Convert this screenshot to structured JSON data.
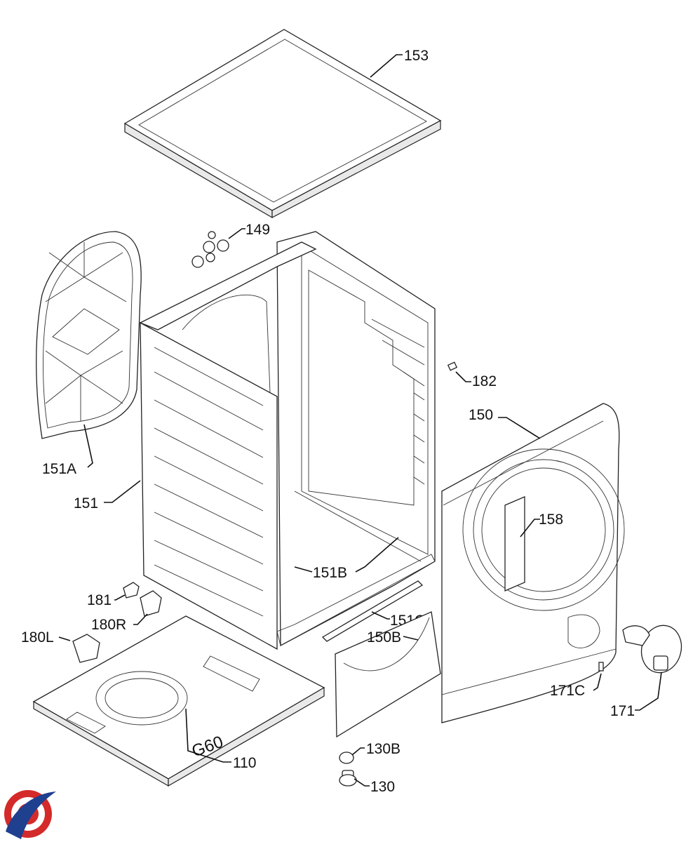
{
  "diagram": {
    "callouts": {
      "c153": "153",
      "c149": "149",
      "c182": "182",
      "c150": "150",
      "c151a": "151A",
      "c151": "151",
      "c158": "158",
      "c151b": "151B",
      "c151c": "151C",
      "c150b": "150B",
      "c181": "181",
      "c180r": "180R",
      "c180l": "180L",
      "c171c": "171C",
      "c171": "171",
      "c110": "110",
      "c130b": "130B",
      "c130": "130"
    },
    "base_marking": "G60",
    "logo": {
      "colors": [
        "#d42a2a",
        "#1f3f8f"
      ]
    }
  }
}
